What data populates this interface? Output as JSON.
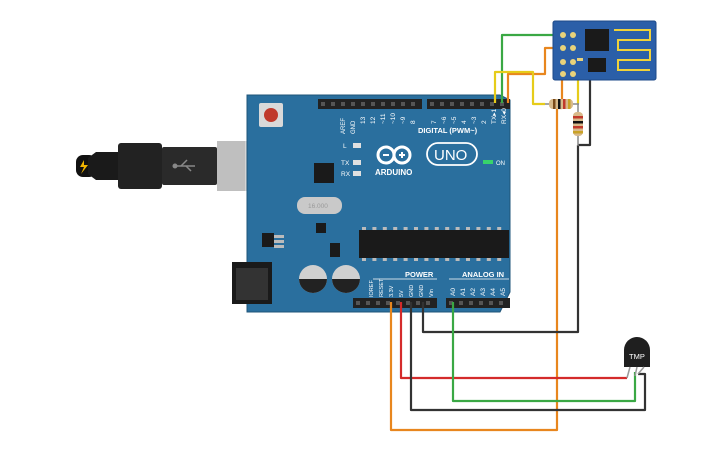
{
  "board": {
    "brand": "ARDUINO",
    "model": "UNO",
    "on_label": "ON",
    "l_label": "L",
    "tx_label": "TX",
    "rx_label": "RX",
    "aref_label": "AREF",
    "gnd_label": "GND",
    "digital_label": "DIGITAL (PWM~)",
    "digital_pins": [
      "13",
      "12",
      "~11",
      "~10",
      "~9",
      "8",
      "7",
      "~6",
      "~5",
      "4",
      "~3",
      "2",
      "TX▸1",
      "RX◂0"
    ],
    "power_label": "POWER",
    "power_pins": [
      "IOREF",
      "RESET",
      "3.3V",
      "5V",
      "GND",
      "GND",
      "Vin"
    ],
    "analog_label": "ANALOG IN",
    "analog_pins": [
      "A0",
      "A1",
      "A2",
      "A3",
      "A4",
      "A5"
    ],
    "crystal_label": "16.000"
  },
  "sensor": {
    "label": "TMP"
  },
  "colors": {
    "board": "#2a6f9e",
    "board_edge": "#1f5478",
    "wire_green": "#3aa844",
    "wire_red": "#d42b2b",
    "wire_black": "#333333",
    "wire_orange": "#e8861e",
    "wire_yellow": "#e6cc1a",
    "esp_board": "#2b5fa8"
  }
}
